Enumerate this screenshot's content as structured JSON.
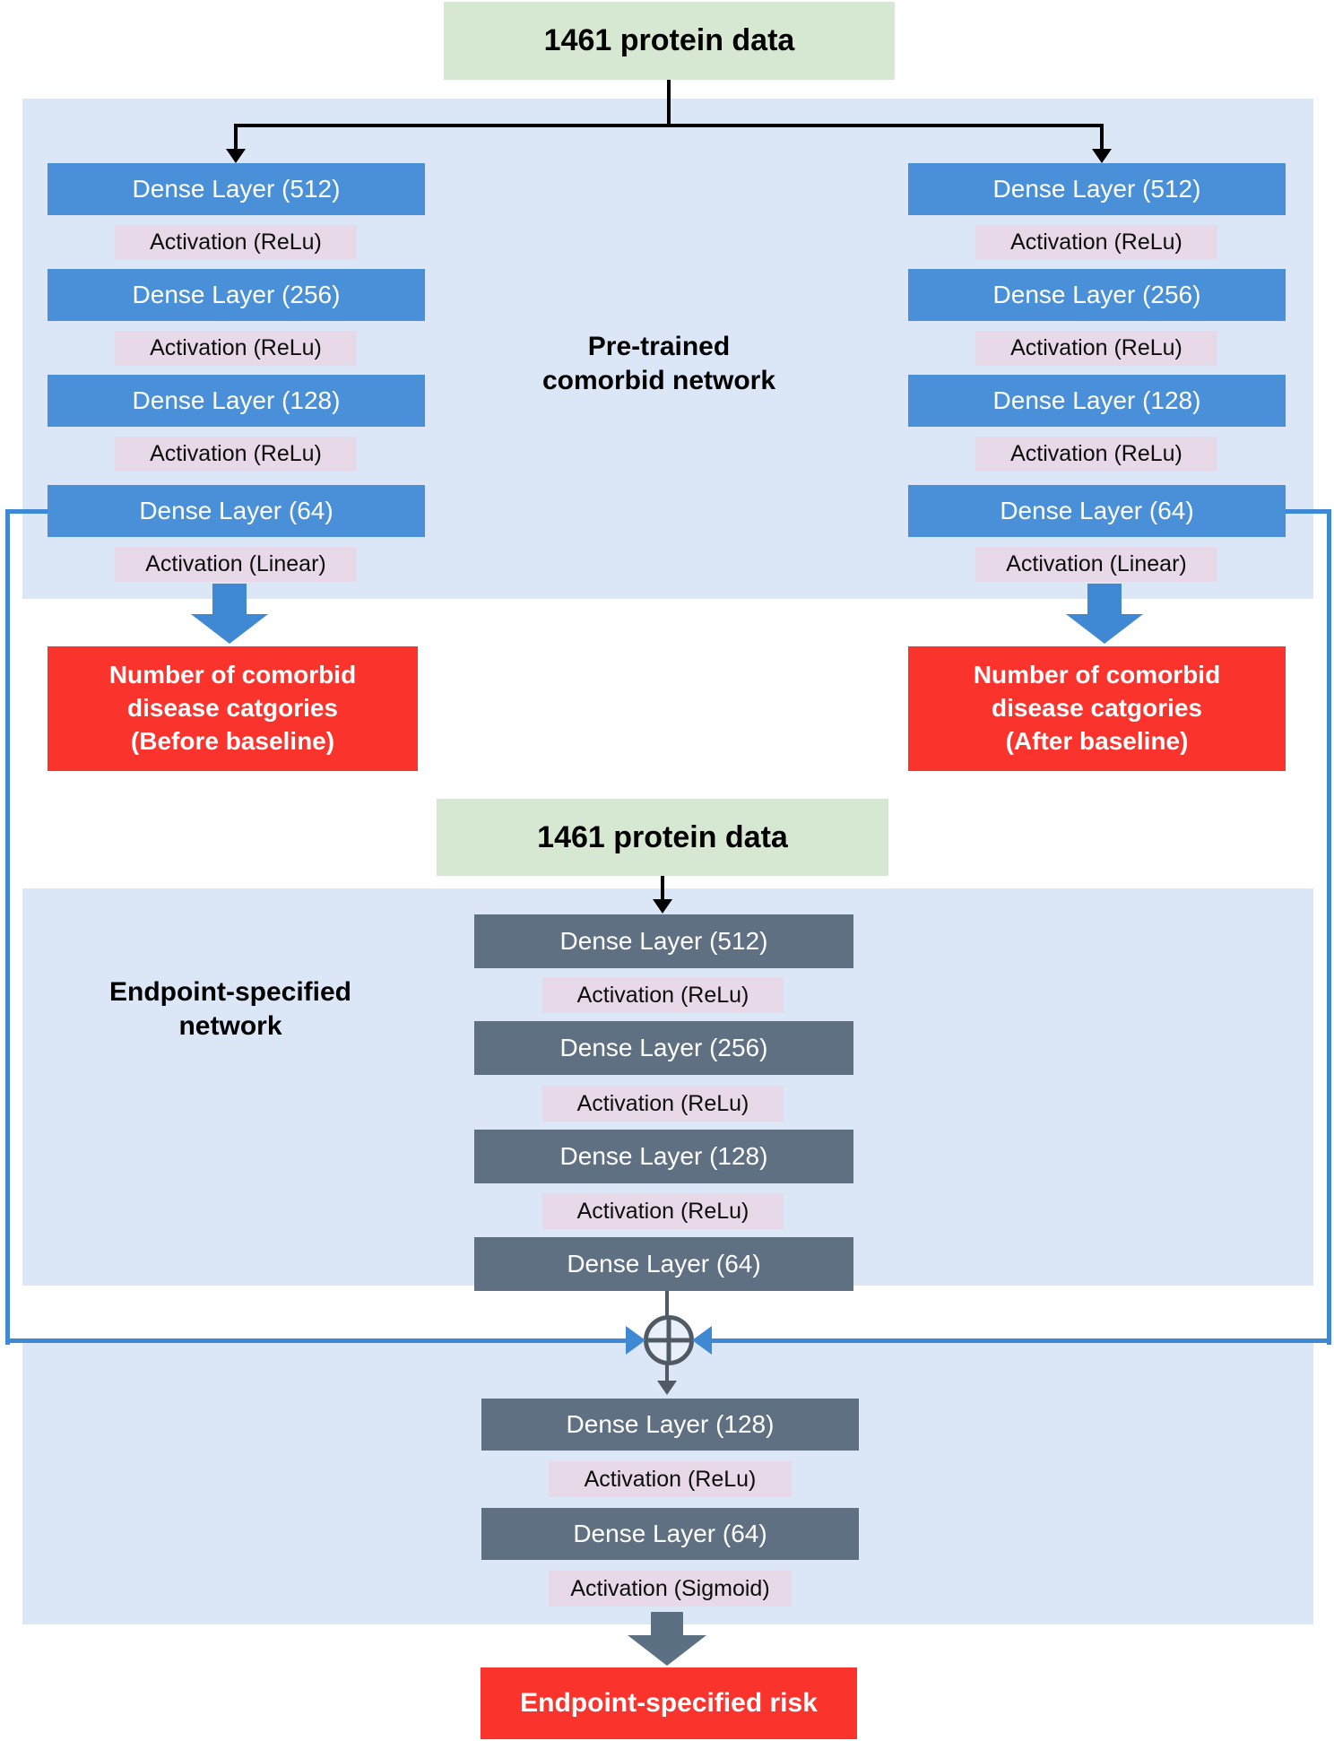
{
  "inputs": {
    "top": "1461 protein data",
    "middle": "1461 protein data"
  },
  "pretrained": {
    "caption": "Pre-trained\ncomorbid network",
    "left": {
      "layers": [
        {
          "kind": "dense",
          "label": "Dense Layer (512)"
        },
        {
          "kind": "activation",
          "label": "Activation (ReLu)"
        },
        {
          "kind": "dense",
          "label": "Dense Layer (256)"
        },
        {
          "kind": "activation",
          "label": "Activation (ReLu)"
        },
        {
          "kind": "dense",
          "label": "Dense Layer (128)"
        },
        {
          "kind": "activation",
          "label": "Activation (ReLu)"
        },
        {
          "kind": "dense",
          "label": "Dense Layer (64)"
        },
        {
          "kind": "activation",
          "label": "Activation (Linear)"
        }
      ],
      "output": "Number of comorbid\ndisease catgories\n(Before baseline)"
    },
    "right": {
      "layers": [
        {
          "kind": "dense",
          "label": "Dense Layer (512)"
        },
        {
          "kind": "activation",
          "label": "Activation (ReLu)"
        },
        {
          "kind": "dense",
          "label": "Dense Layer (256)"
        },
        {
          "kind": "activation",
          "label": "Activation (ReLu)"
        },
        {
          "kind": "dense",
          "label": "Dense Layer (128)"
        },
        {
          "kind": "activation",
          "label": "Activation (ReLu)"
        },
        {
          "kind": "dense",
          "label": "Dense Layer (64)"
        },
        {
          "kind": "activation",
          "label": "Activation (Linear)"
        }
      ],
      "output": "Number of comorbid\ndisease catgories\n(After baseline)"
    }
  },
  "endpoint": {
    "caption": "Endpoint-specified\nnetwork",
    "pre_merge_layers": [
      {
        "kind": "dense",
        "label": "Dense Layer (512)"
      },
      {
        "kind": "activation",
        "label": "Activation (ReLu)"
      },
      {
        "kind": "dense",
        "label": "Dense Layer (256)"
      },
      {
        "kind": "activation",
        "label": "Activation (ReLu)"
      },
      {
        "kind": "dense",
        "label": "Dense Layer (128)"
      },
      {
        "kind": "activation",
        "label": "Activation (ReLu)"
      },
      {
        "kind": "dense",
        "label": "Dense Layer (64)"
      }
    ],
    "post_merge_layers": [
      {
        "kind": "dense",
        "label": "Dense Layer (128)"
      },
      {
        "kind": "activation",
        "label": "Activation (ReLu)"
      },
      {
        "kind": "dense",
        "label": "Dense Layer (64)"
      },
      {
        "kind": "activation",
        "label": "Activation (Sigmoid)"
      }
    ],
    "output": "Endpoint-specified risk"
  },
  "colors": {
    "panel_blue": "#dbe7f7",
    "dense_blue": "#4a90d9",
    "dense_gray": "#5e7082",
    "activation_pink": "#e7d9e8",
    "input_green": "#d6e8d2",
    "output_red": "#fb332d",
    "connector_blue": "#3f88d4",
    "connector_gray": "#4f5a64",
    "connector_black": "#000000"
  }
}
